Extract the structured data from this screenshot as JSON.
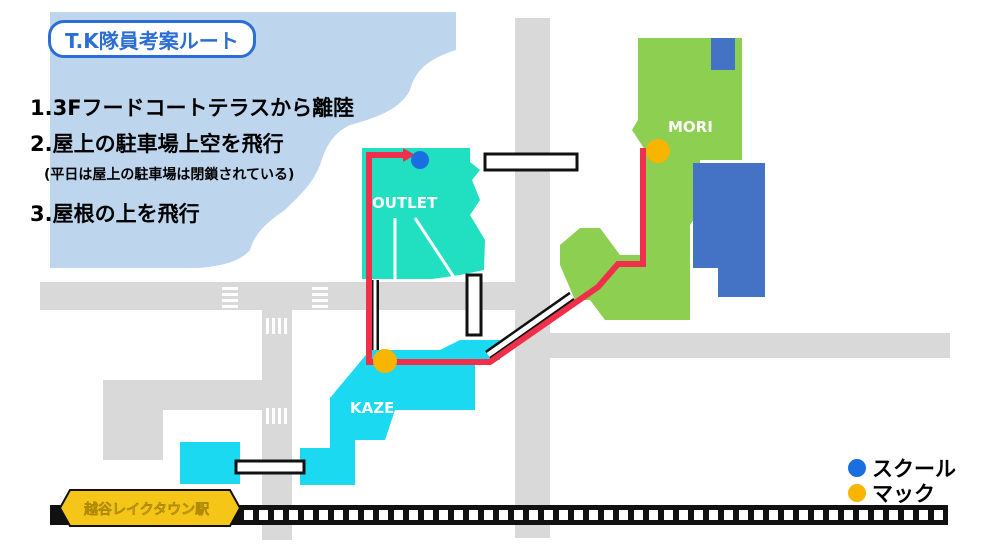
{
  "title": "T.K隊員考案ルート",
  "steps": [
    "1.3Fフードコートテラスから離陸",
    "2.屋上の駐車場上空を飛行",
    "(平日は屋上の駐車場は閉鎖されている)",
    "3.屋根の上を飛行"
  ],
  "buildings": {
    "outlet": "OUTLET",
    "mori": "MORI",
    "kaze": "KAZE"
  },
  "station": "越谷レイクタウン駅",
  "legend": [
    {
      "label": "スクール",
      "color": "#1a6fe0"
    },
    {
      "label": "マック",
      "color": "#f7b500"
    }
  ],
  "colors": {
    "water": "#bdd6ee",
    "road": "#d9d9d9",
    "outlet": "#21e0c2",
    "kaze": "#1ad9f0",
    "mori_green": "#8dcf50",
    "mori_blue": "#4472c4",
    "route": "#f0304a",
    "station_badge": "#f5c518"
  }
}
